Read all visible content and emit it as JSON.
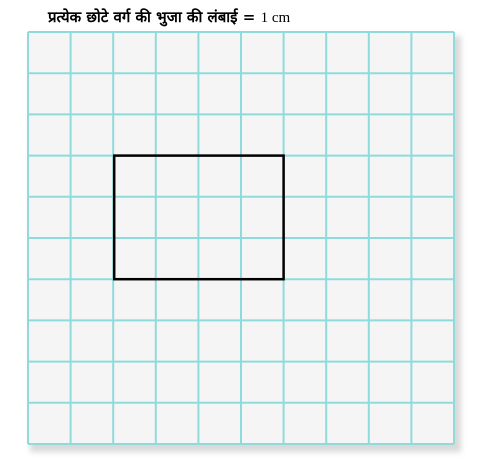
{
  "caption": {
    "text": "प्रत्येक छोटे वर्ग की भुजा की लंबाई = ",
    "unit_value": "1 cm"
  },
  "grid": {
    "columns": 10,
    "rows": 10,
    "line_color": "#8fdbdb",
    "background_color": "#f5f5f5"
  },
  "rectangle": {
    "col_start": 2,
    "row_start": 3,
    "width_units": 4,
    "height_units": 3,
    "stroke_color": "#000000"
  }
}
